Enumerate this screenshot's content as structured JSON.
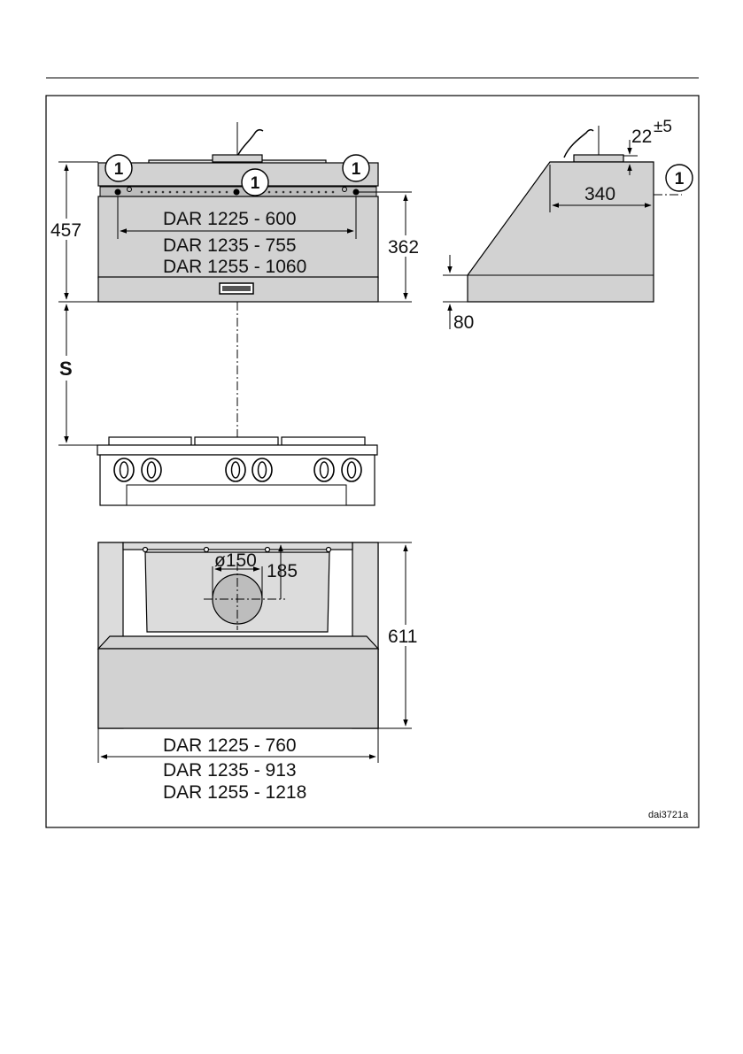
{
  "figure_code": "dai3721a",
  "callout_marker": "1",
  "front_view": {
    "height_total": "457",
    "height_mount": "362",
    "clearance_label": "S",
    "widths": [
      "DAR 1225 - 600",
      "DAR 1235 - 755",
      "DAR 1255 - 1060"
    ]
  },
  "side_view": {
    "offset": "22",
    "offset_tolerance": "±5",
    "depth": "340",
    "front_height": "80"
  },
  "top_view": {
    "duct_diameter": "ø150",
    "duct_offset": "185",
    "depth": "611",
    "widths": [
      "DAR 1225 - 760",
      "DAR 1235 - 913",
      "DAR 1255 - 1218"
    ]
  }
}
